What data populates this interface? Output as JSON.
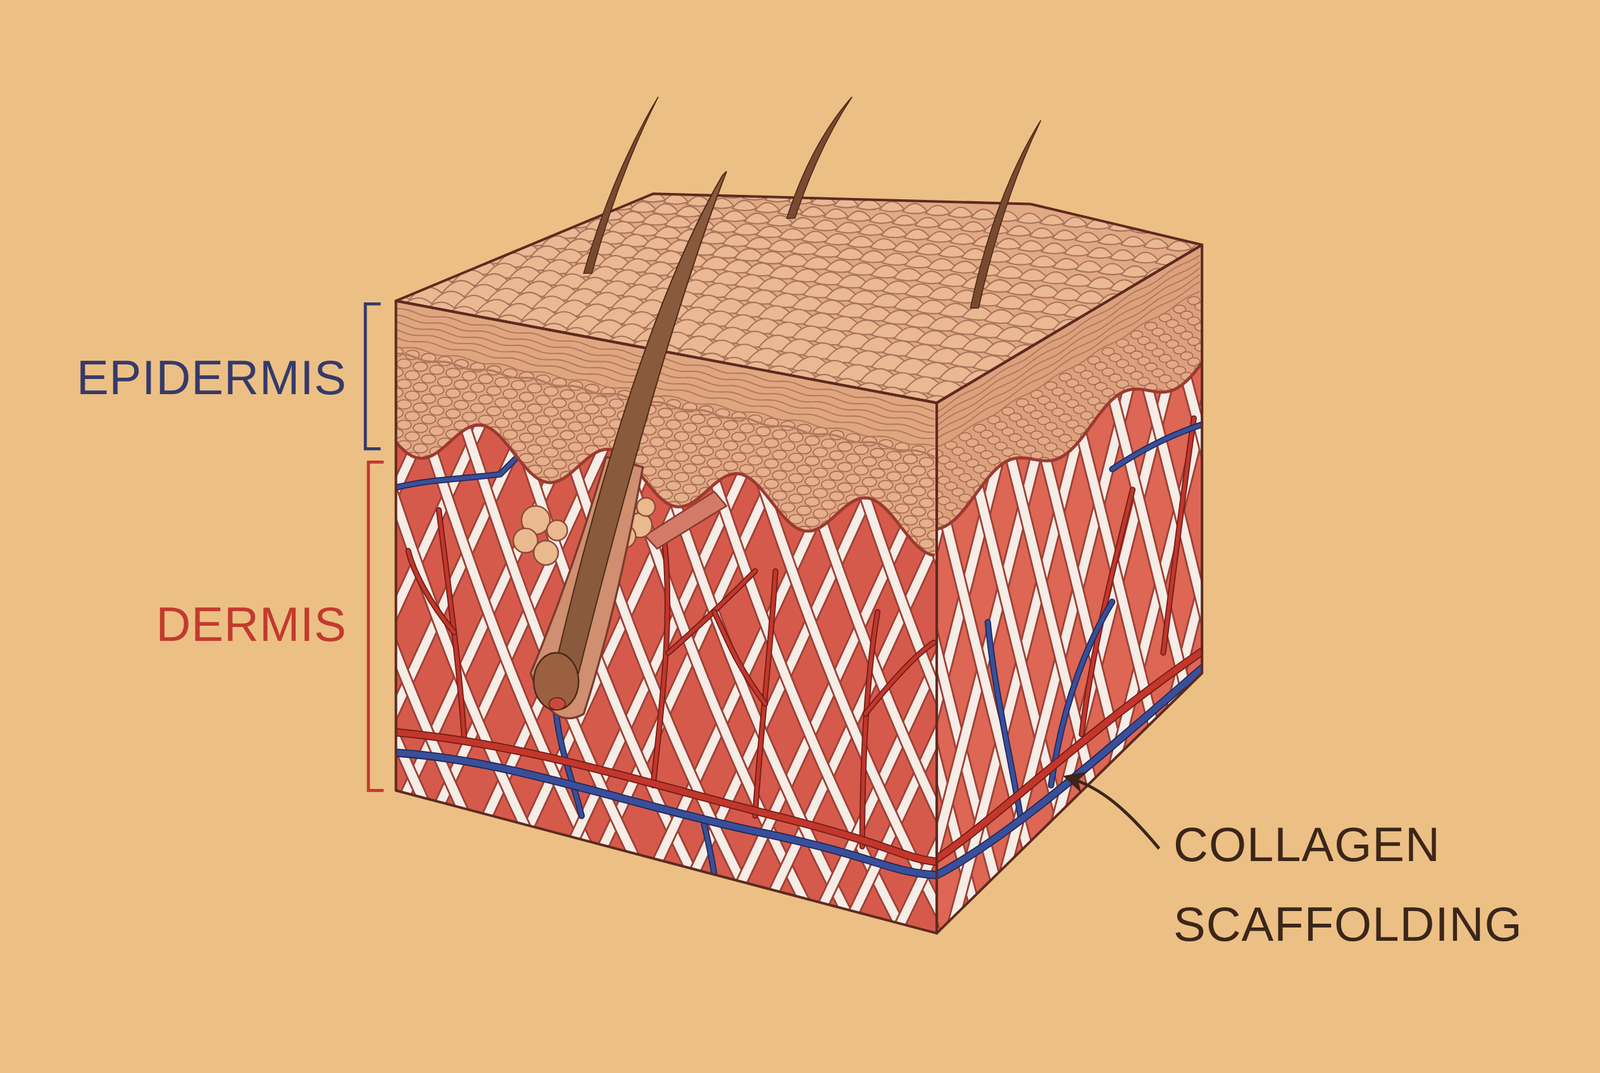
{
  "diagram": {
    "labels": [
      "EPIDERMIS",
      "DERMIS",
      "COLLAGEN SCAFFOLDING"
    ]
  }
}
